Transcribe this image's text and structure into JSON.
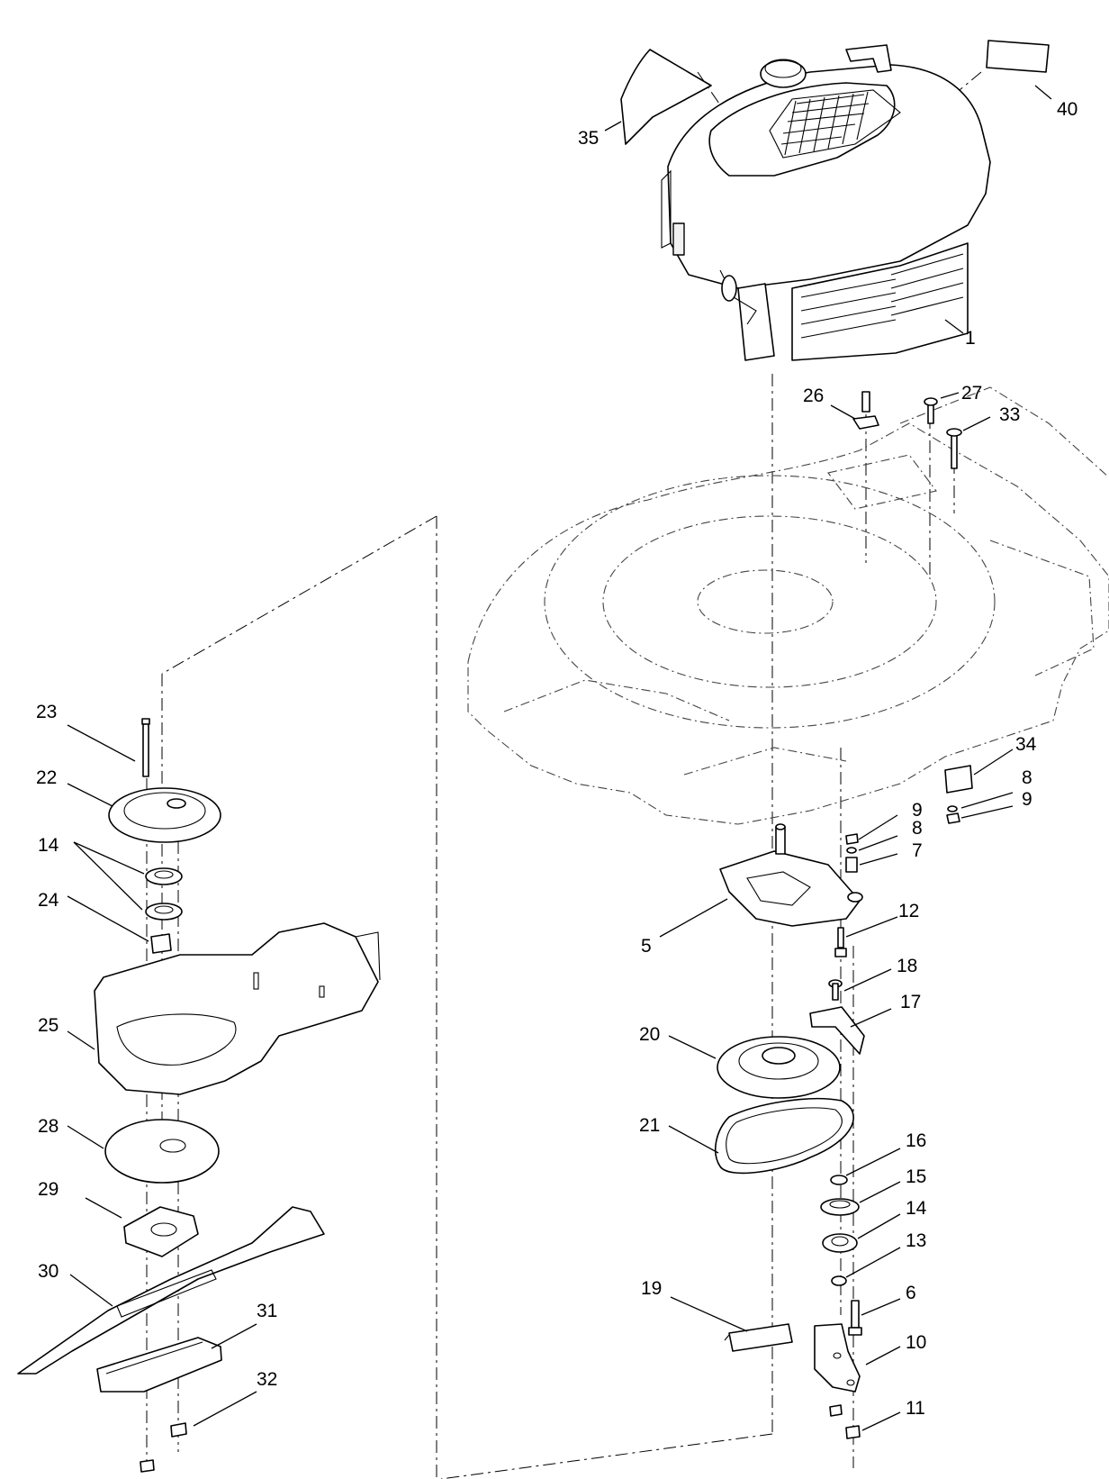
{
  "diagram": {
    "callouts": [
      {
        "id": "c40",
        "text": "40"
      },
      {
        "id": "c35",
        "text": "35"
      },
      {
        "id": "c1",
        "text": "1"
      },
      {
        "id": "c26",
        "text": "26"
      },
      {
        "id": "c27",
        "text": "27"
      },
      {
        "id": "c33",
        "text": "33"
      },
      {
        "id": "c23",
        "text": "23"
      },
      {
        "id": "c22",
        "text": "22"
      },
      {
        "id": "c14a",
        "text": "14"
      },
      {
        "id": "c24",
        "text": "24"
      },
      {
        "id": "c25",
        "text": "25"
      },
      {
        "id": "c28",
        "text": "28"
      },
      {
        "id": "c29",
        "text": "29"
      },
      {
        "id": "c30",
        "text": "30"
      },
      {
        "id": "c31",
        "text": "31"
      },
      {
        "id": "c32",
        "text": "32"
      },
      {
        "id": "c34",
        "text": "34"
      },
      {
        "id": "c8a",
        "text": "8"
      },
      {
        "id": "c9a",
        "text": "9"
      },
      {
        "id": "c9b",
        "text": "9"
      },
      {
        "id": "c8b",
        "text": "8"
      },
      {
        "id": "c7",
        "text": "7"
      },
      {
        "id": "c12",
        "text": "12"
      },
      {
        "id": "c5",
        "text": "5"
      },
      {
        "id": "c18",
        "text": "18"
      },
      {
        "id": "c17",
        "text": "17"
      },
      {
        "id": "c20",
        "text": "20"
      },
      {
        "id": "c21",
        "text": "21"
      },
      {
        "id": "c16",
        "text": "16"
      },
      {
        "id": "c15",
        "text": "15"
      },
      {
        "id": "c14b",
        "text": "14"
      },
      {
        "id": "c13",
        "text": "13"
      },
      {
        "id": "c6",
        "text": "6"
      },
      {
        "id": "c19",
        "text": "19"
      },
      {
        "id": "c10",
        "text": "10"
      },
      {
        "id": "c11",
        "text": "11"
      }
    ]
  }
}
